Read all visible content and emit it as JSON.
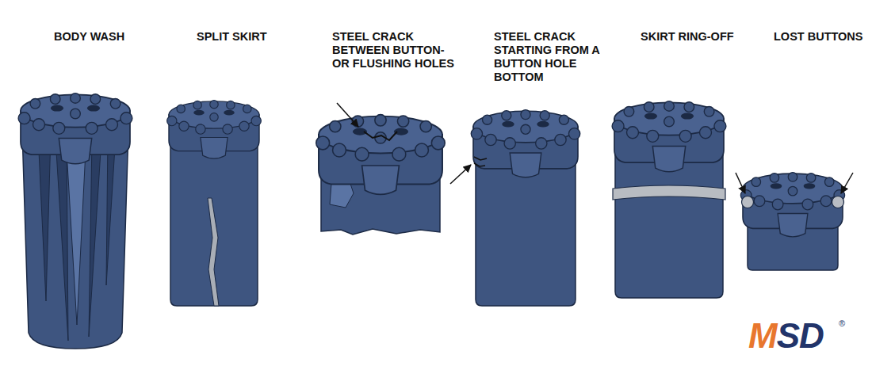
{
  "diagram": {
    "labels": [
      "BODY WASH",
      "SPLIT SKIRT",
      "STEEL CRACK BETWEEN BUTTON- OR FLUSHING HOLES",
      "STEEL CRACK STARTING FROM A BUTTON HOLE BOTTOM",
      "SKIRT RING-OFF",
      "LOST BUTTONS",
      "MSD",
      "®"
    ]
  }
}
